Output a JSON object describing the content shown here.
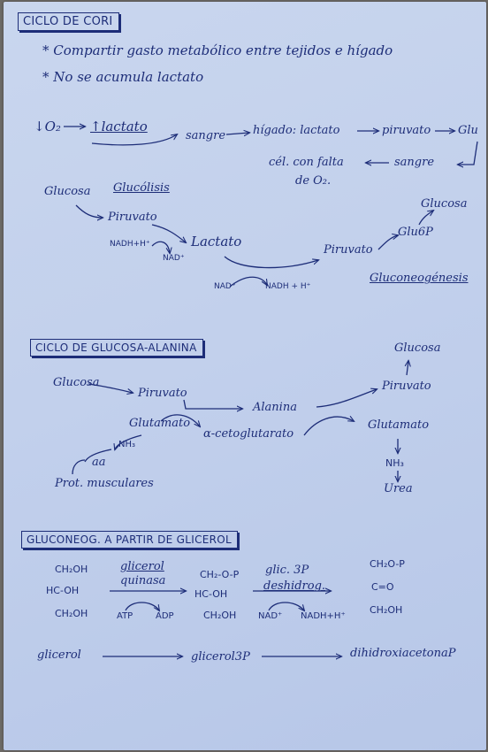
{
  "section1": {
    "title": "CICLO DE CORI",
    "bullets": [
      "* Compartir gasto metabólico entre tejidos e hígado",
      "* No se acumula lactato"
    ],
    "o2": "↓O₂",
    "lactato_up": "↑lactato",
    "sangre": "sangre",
    "higado": "hígado: lactato",
    "piruvato": "piruvato",
    "glu": "Glu",
    "cel_falta": "cél. con falta",
    "sangre2": "sangre",
    "de_o2": "de O₂.",
    "glucosa": "Glucosa",
    "glucolisis": "Glucólisis",
    "piruvato2": "Piruvato",
    "nadh_h": "NADH+H⁺",
    "nad": "NAD⁺",
    "lactato": "Lactato",
    "nad2": "NAD⁺",
    "nadh_h2": "NADH + H⁺",
    "piruvato3": "Piruvato",
    "glu6p": "Glu6P",
    "glucosa2": "Glucosa",
    "gluconeogenesis": "Gluconeogénesis"
  },
  "section2": {
    "title": "CICLO DE GLUCOSA-ALANINA",
    "glucosa": "Glucosa",
    "piruvato": "Piruvato",
    "alanina": "Alanina",
    "piruvato_r": "Piruvato",
    "glucosa_r": "Glucosa",
    "glutamato": "Glutamato",
    "cetoglutarato": "α-cetoglutarato",
    "glutamato_r": "Glutamato",
    "nh3": "NH₃",
    "nh3_r": "NH₃",
    "aa": "aa",
    "urea": "Urea",
    "prot": "Prot. musculares"
  },
  "section3": {
    "title": "GLUCONEOG. A PARTIR DE GLICEROL",
    "m1": [
      "CH₂OH",
      "HC-OH",
      "CH₂OH"
    ],
    "enz1": [
      "glicerol",
      "quinasa"
    ],
    "atp": "ATP",
    "adp": "ADP",
    "m2": [
      "CH₂-O-P",
      "HC-OH",
      "CH₂OH"
    ],
    "enz2": [
      "glic. 3P",
      "deshidrog."
    ],
    "nad": "NAD⁺",
    "nadh": "NADH+H⁺",
    "m3": [
      "CH₂O-P",
      "C=O",
      "CH₂OH"
    ],
    "glicerol": "glicerol",
    "glicerol3p": "glicerol3P",
    "dhap": "dihidroxiacetonaP"
  }
}
